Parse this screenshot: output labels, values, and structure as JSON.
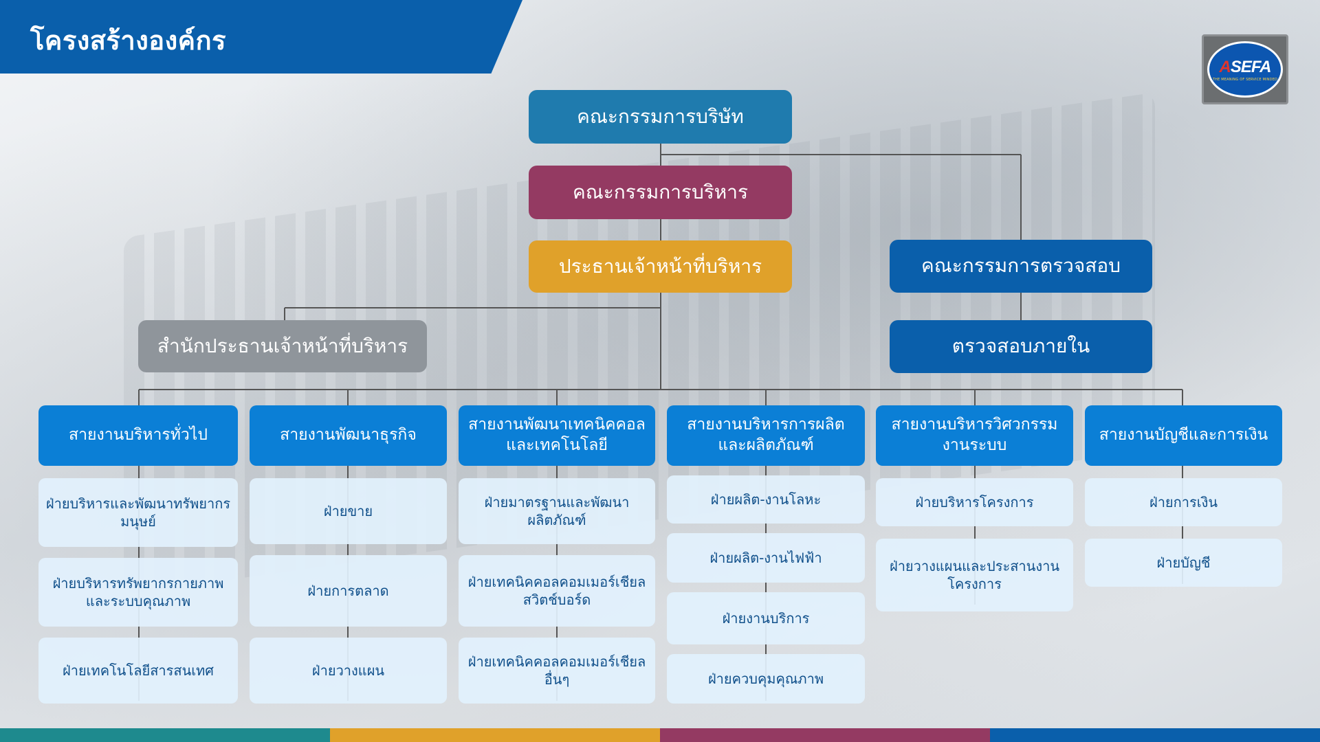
{
  "page": {
    "title": "โครงสร้างองค์กร"
  },
  "logo": {
    "text_a": "A",
    "text_rest": "SEFA",
    "tagline": "THE MEANING OF SERVICE MINDED"
  },
  "colors": {
    "board": "#1f7bae",
    "executive": "#943a62",
    "ceo": "#e0a12a",
    "ceo_office": "#8f959b",
    "audit": "#0a5fab",
    "division": "#0b7fd6",
    "department_bg": "#e2f1fd",
    "strip": [
      "#1e8a8e",
      "#e0a12a",
      "#943a62",
      "#0a5fab"
    ]
  },
  "org": {
    "board": "คณะกรรมการบริษัท",
    "executive_committee": "คณะกรรมการบริหาร",
    "ceo": "ประธานเจ้าหน้าที่บริหาร",
    "audit_committee": "คณะกรรมการตรวจสอบ",
    "internal_audit": "ตรวจสอบภายใน",
    "ceo_office": "สำนักประธานเจ้าหน้าที่บริหาร",
    "divisions": [
      {
        "name": "สายงานบริหารทั่วไป",
        "departments": [
          "ฝ่ายบริหารและพัฒนาทรัพยากรมนุษย์",
          "ฝ่ายบริหารทรัพยากรกายภาพและระบบคุณภาพ",
          "ฝ่ายเทคโนโลยีสารสนเทศ"
        ]
      },
      {
        "name": "สายงานพัฒนาธุรกิจ",
        "departments": [
          "ฝ่ายขาย",
          "ฝ่ายการตลาด",
          "ฝ่ายวางแผน"
        ]
      },
      {
        "name": "สายงานพัฒนาเทคนิคคอลและเทคโนโลยี",
        "departments": [
          "ฝ่ายมาตรฐานและพัฒนาผลิตภัณฑ์",
          "ฝ่ายเทคนิคคอลคอมเมอร์เชียลสวิตช์บอร์ด",
          "ฝ่ายเทคนิคคอลคอมเมอร์เชียลอื่นๆ"
        ]
      },
      {
        "name": "สายงานบริหารการผลิตและผลิตภัณฑ์",
        "departments": [
          "ฝ่ายผลิต-งานโลหะ",
          "ฝ่ายผลิต-งานไฟฟ้า",
          "ฝ่ายงานบริการ",
          "ฝ่ายควบคุมคุณภาพ"
        ]
      },
      {
        "name": "สายงานบริหารวิศวกรรมงานระบบ",
        "departments": [
          "ฝ่ายบริหารโครงการ",
          "ฝ่ายวางแผนและประสานงานโครงการ"
        ]
      },
      {
        "name": "สายงานบัญชีและการเงิน",
        "departments": [
          "ฝ่ายการเงิน",
          "ฝ่ายบัญชี"
        ]
      }
    ]
  }
}
